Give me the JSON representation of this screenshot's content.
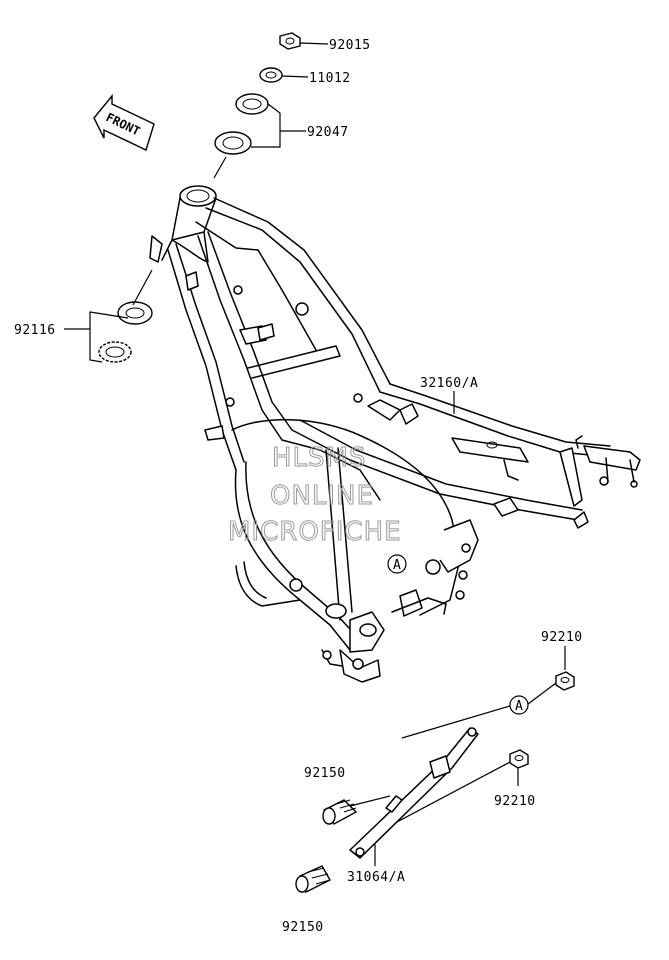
{
  "parts": {
    "p92015": "92015",
    "p11012": "11012",
    "p92047": "92047",
    "p92116": "92116",
    "p32160": "32160/A",
    "p92210a": "92210",
    "p92210b": "92210",
    "p92150a": "92150",
    "p92150b": "92150",
    "p31064": "31064/A"
  },
  "front_arrow": "FRONT",
  "ref_marker": "A",
  "watermark": [
    "HLSMS",
    "ONLINE",
    "MICROFICHE"
  ]
}
